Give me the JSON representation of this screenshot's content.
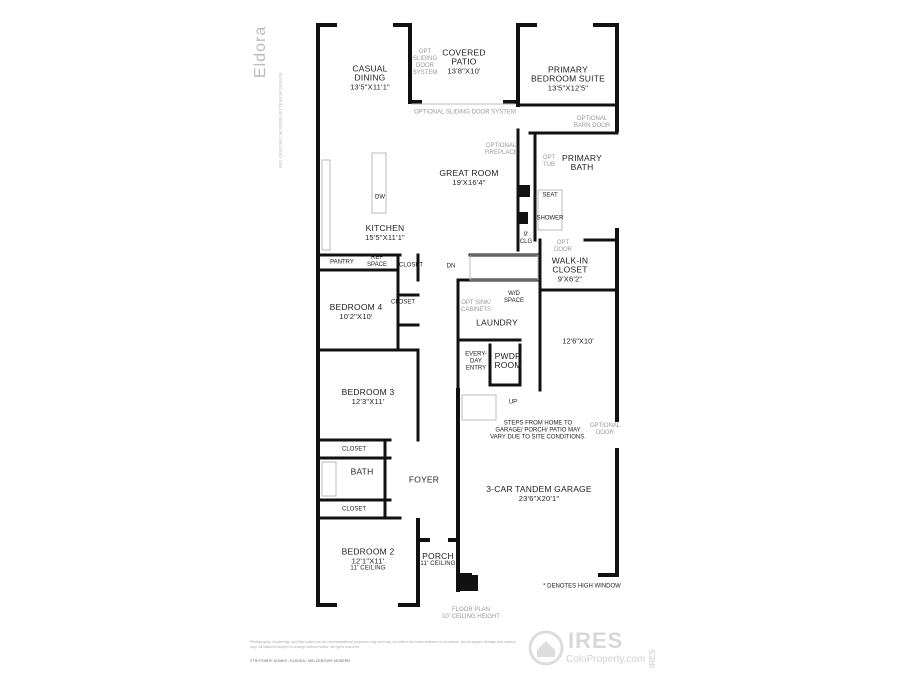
{
  "plan": {
    "title": "Eldora",
    "subtitle": "MID-CENTURY MODERN EXTERIOR DESIGN",
    "rooms": {
      "casual_dining": {
        "name": "CASUAL\nDINING",
        "dim": "13'5\"X11'1\""
      },
      "covered_patio": {
        "name": "COVERED\nPATIO",
        "dim": "13'8\"X10'"
      },
      "primary_bedroom": {
        "name": "PRIMARY\nBEDROOM SUITE",
        "dim": "13'5\"X12'5\""
      },
      "great_room": {
        "name": "GREAT ROOM",
        "dim": "19'X16'4\""
      },
      "primary_bath": {
        "name": "PRIMARY\nBATH"
      },
      "kitchen": {
        "name": "KITCHEN",
        "dim": "15'5\"X11'1\""
      },
      "walk_in_closet": {
        "name": "WALK-IN\nCLOSET",
        "dim": "9'X6'2\""
      },
      "bedroom4": {
        "name": "BEDROOM 4",
        "dim": "10'2\"X10'"
      },
      "laundry": {
        "name": "LAUNDRY"
      },
      "garage_extension": {
        "dim": "12'6\"X10'"
      },
      "pwdr_room": {
        "name": "PWDR\nROOM"
      },
      "bedroom3": {
        "name": "BEDROOM 3",
        "dim": "12'3\"X11'"
      },
      "bath": {
        "name": "BATH"
      },
      "foyer": {
        "name": "FOYER"
      },
      "garage": {
        "name": "3-CAR TANDEM GARAGE",
        "dim": "23'6\"X20'1\""
      },
      "bedroom2": {
        "name": "BEDROOM 2",
        "dim": "12'1\"X11'",
        "ceiling": "11' CEILING"
      },
      "porch": {
        "name": "PORCH",
        "ceiling": "11' CEILING"
      }
    },
    "labels": {
      "opt_sliding": "OPT\nSLIDING\nDOOR\nSYSTEM",
      "optional_sliding": "OPTIONAL SLIDING DOOR SYSTEM",
      "optional_barn_door": "OPTIONAL\nBARN DOOR",
      "optional_fireplace": "OPTIONAL\nFIREPLACE",
      "opt_tub": "OPT\nTUB",
      "seat": "SEAT",
      "shower": "SHOWER",
      "clg": "9'\nCLG",
      "dw": "DW",
      "opt_door": "OPT\nDOOR",
      "pantry": "PANTRY",
      "ref_space": "REF\nSPACE",
      "closet": "CLOSET",
      "dn": "DN",
      "wd_space": "W/D\nSPACE",
      "opt_sink": "OPT SINK/\nCABINETS",
      "everyday_entry": "EVERY-\nDAY\nENTRY",
      "up": "UP",
      "steps_note": "STEPS FROM HOME TO\nGARAGE/ PORCH/ PATIO MAY\nVARY DUE TO SITE CONDITIONS.",
      "optional_door": "OPTIONAL\nDOOR",
      "high_window": "* DENOTES HIGH WINDOW",
      "floor_plan": "FLOOR PLAN",
      "ceiling_height": "10' CEILING HEIGHT"
    },
    "fine_print": "Photographs, renderings, and floor plans are for representational purposes only and may not reflect the exact features or elevations. Actual square footage and options vary. All features subject to change without notice. All rights reserved.",
    "fine_print_2": "©TRI POINTE HOMES - ELDORA - MID-CENTURY MODERN",
    "watermark": {
      "main": "IRES",
      "sub": "ColoProperty.com",
      "side": "IRES"
    },
    "colors": {
      "wall": "#111111",
      "fixture": "#bbbbbb",
      "note": "#999999"
    }
  }
}
